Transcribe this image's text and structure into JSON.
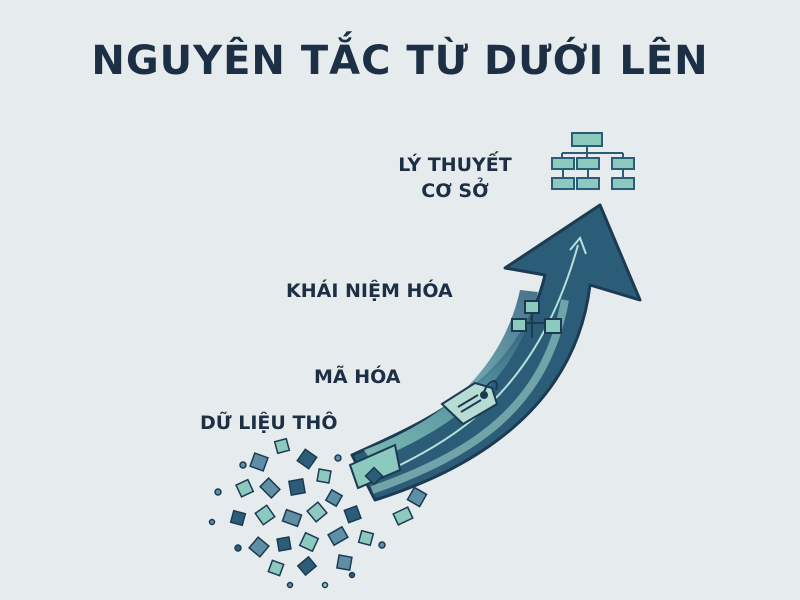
{
  "title": "NGUYÊN TẮC TỪ DƯỚI LÊN",
  "stages": {
    "raw_data": "DỮ LIỆU THÔ",
    "coding": "MÃ HÓA",
    "conceptualization": "KHÁI NIỆM HÓA",
    "theory_line1": "LÝ THUYẾT",
    "theory_line2": "CƠ SỞ"
  },
  "icons": [
    "fragments-icon",
    "tag-icon",
    "network-icon",
    "hierarchy-icon",
    "arrow-icon"
  ],
  "colors": {
    "background": "#e6ebee",
    "text": "#1c2f44",
    "arrow_dark": "#2c5d78",
    "arrow_light": "#8cc9be",
    "fragment": "#5e8fa6"
  }
}
